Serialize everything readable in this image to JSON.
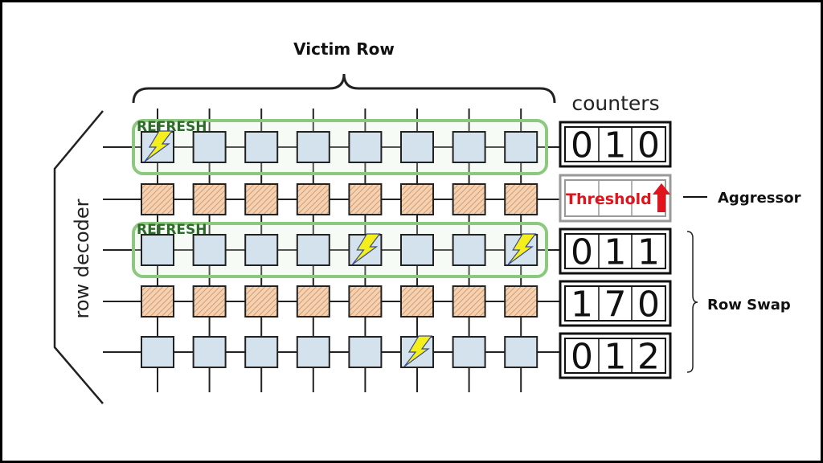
{
  "title": "Victim Row",
  "decoder_label": "row decoder",
  "counters_label": "counters",
  "refresh_label": "REFRESH",
  "aggressor_label": "Aggressor",
  "row_swap_label": "Row Swap",
  "threshold_label": "Threshold",
  "rows": [
    {
      "type": "victim",
      "refresh": true,
      "counter": [
        "0",
        "1",
        "0"
      ],
      "hits": [
        0
      ]
    },
    {
      "type": "aggressor",
      "refresh": false,
      "counter": null,
      "hits": []
    },
    {
      "type": "victim",
      "refresh": true,
      "counter": [
        "0",
        "1",
        "1"
      ],
      "hits": [
        4,
        7
      ]
    },
    {
      "type": "aggressor",
      "refresh": false,
      "counter": [
        "1",
        "7",
        "0"
      ],
      "hits": []
    },
    {
      "type": "victim",
      "refresh": false,
      "counter": [
        "0",
        "1",
        "2"
      ],
      "hits": [
        5
      ]
    }
  ],
  "columns": 8,
  "colors": {
    "victim": "#d4e2ee",
    "aggressor": "#f1c9a6",
    "refresh": "#8cc97f",
    "refresh_text": "#2e6b2a",
    "threshold": "#e0141c",
    "bolt": "#f4ee1c"
  }
}
